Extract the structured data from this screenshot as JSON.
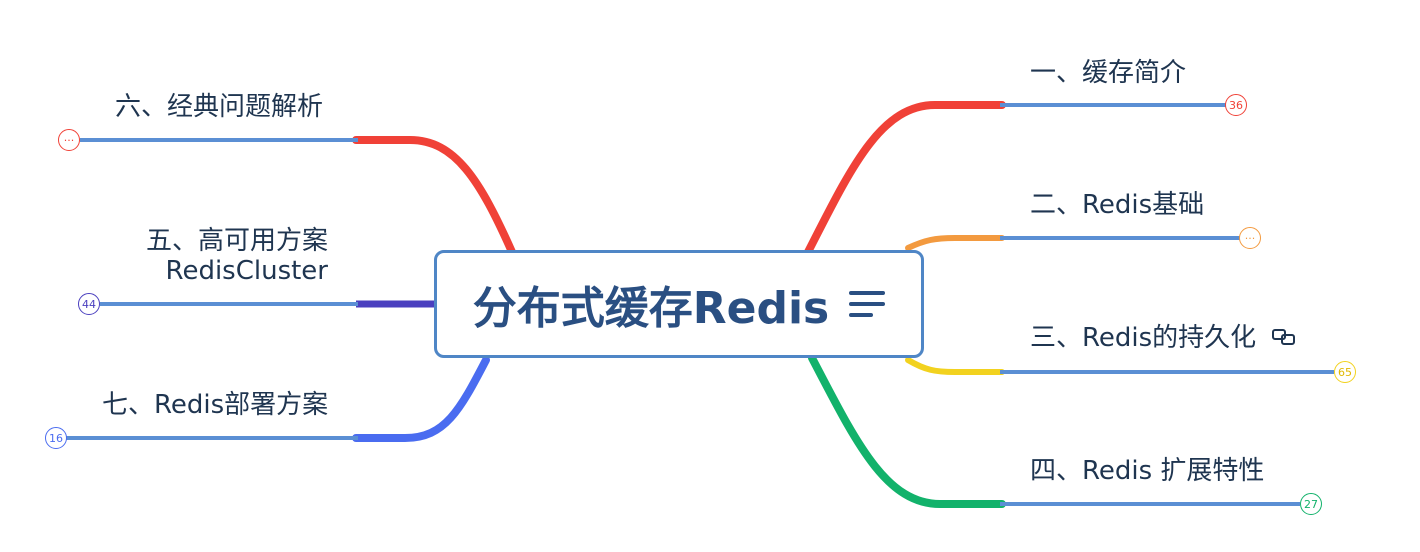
{
  "root": {
    "title": "分布式缓存Redis",
    "menu_icon": "notes-icon"
  },
  "branches": [
    {
      "id": "b1",
      "label": "一、缓存简介",
      "badge": "36",
      "color": "#f04137"
    },
    {
      "id": "b2",
      "label": "二、Redis基础",
      "badge": "···",
      "color": "#f39a3f"
    },
    {
      "id": "b3",
      "label": "三、Redis的持久化",
      "badge": "65",
      "color": "#f2d21f",
      "icon": "link-icon"
    },
    {
      "id": "b4",
      "label": "四、Redis 扩展特性",
      "badge": "27",
      "color": "#12b26b"
    },
    {
      "id": "b6",
      "label": "六、经典问题解析",
      "badge": "···",
      "color": "#f04137"
    },
    {
      "id": "b5",
      "label_line1": "五、高可用方案",
      "label_line2": "RedisCluster",
      "badge": "44",
      "color": "#4a3fbf"
    },
    {
      "id": "b7",
      "label": "七、Redis部署方案",
      "badge": "16",
      "color": "#4a6cf0"
    }
  ],
  "underline_color": "#5b8fd4"
}
